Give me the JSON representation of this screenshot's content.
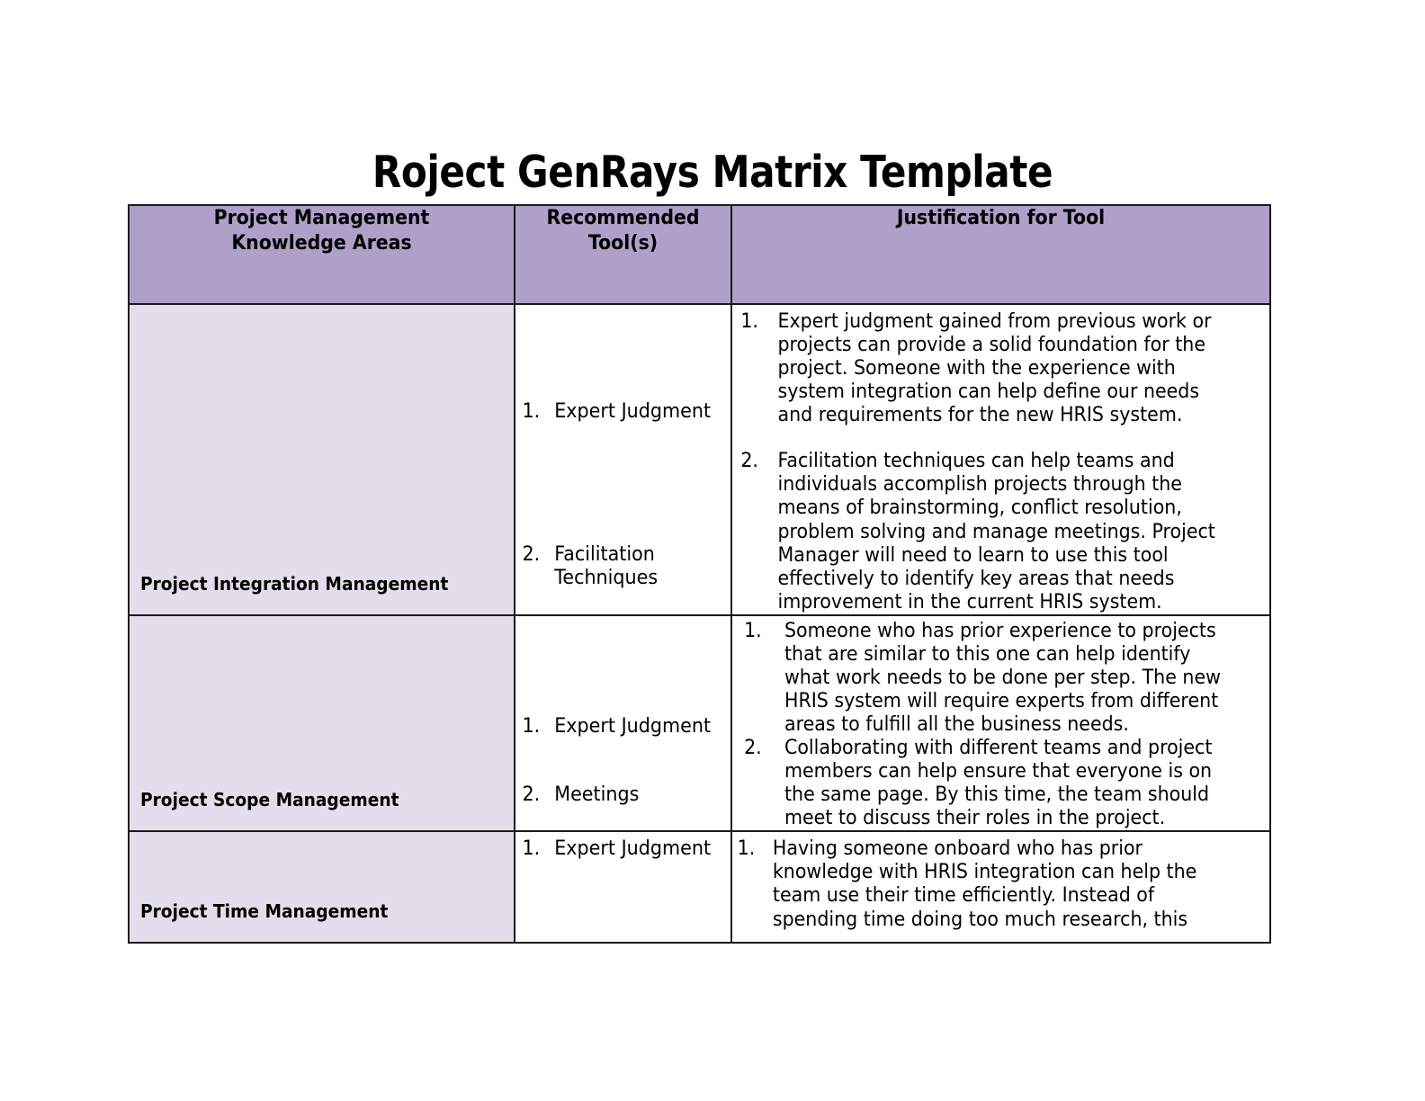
{
  "document": {
    "title": "Roject GenRays Matrix Template"
  },
  "colors": {
    "header_fill": "#AFA0C9",
    "area_cell_fill": "#E3DEEB",
    "body_cell_fill": "#FFFFFF",
    "border": "#1A1A1A",
    "text": "#000000"
  },
  "table": {
    "headers": {
      "knowledge_areas_line1": "Project Management",
      "knowledge_areas_line2": "Knowledge Areas",
      "tools_line1": "Recommended",
      "tools_line2": "Tool(s)",
      "justification": "Justification for Tool"
    },
    "rows": [
      {
        "area": "Project Integration Management",
        "tools": [
          {
            "num": "1.",
            "label": "Expert Judgment"
          },
          {
            "num": "2.",
            "label": "Facilitation Techniques"
          }
        ],
        "justifications": [
          {
            "num": "1.",
            "text": "Expert judgment gained from previous work or projects can provide a solid foundation for the project.  Someone with the experience with system integration can help define our needs and requirements for the new HRIS system."
          },
          {
            "num": "2.",
            "text": "Facilitation techniques can help teams and individuals accomplish projects through the means of brainstorming, conflict resolution, problem solving and manage meetings.  Project Manager will need to learn to use this tool effectively to identify key areas that needs improvement in the current HRIS system."
          }
        ]
      },
      {
        "area": "Project Scope Management",
        "tools": [
          {
            "num": "1.",
            "label": "Expert Judgment"
          },
          {
            "num": "2.",
            "label": "Meetings"
          }
        ],
        "justifications": [
          {
            "num": "1.",
            "text": "Someone who has prior experience to projects that are similar to this one can help identify what work needs to be done per step.  The new HRIS system will require experts from different areas to fulfill all the business needs."
          },
          {
            "num": "2.",
            "text": "Collaborating with different teams and project members can help ensure that everyone is on the same page.  By this time, the team should meet to discuss their roles in the project."
          }
        ]
      },
      {
        "area": "Project Time Management",
        "tools": [
          {
            "num": "1.",
            "label": "Expert Judgment"
          }
        ],
        "justifications": [
          {
            "num": "1.",
            "text": "Having someone onboard who has prior knowledge with HRIS integration can help the team use their time efficiently.  Instead of spending time doing too much research, this"
          }
        ]
      }
    ]
  }
}
